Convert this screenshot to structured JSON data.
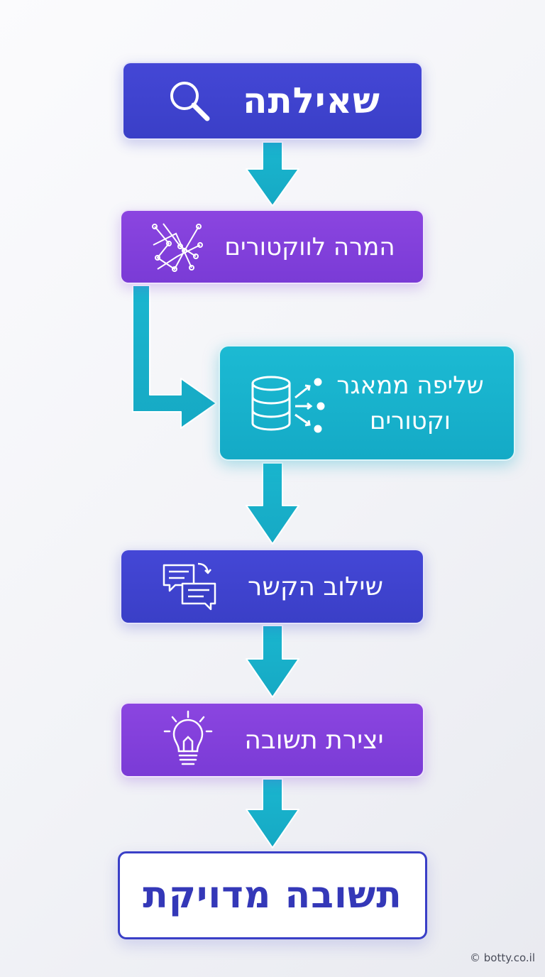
{
  "steps": {
    "query": {
      "label": "שאילתה",
      "icon": "search-icon"
    },
    "vectorize": {
      "label": "המרה לווקטורים",
      "icon": "vector-network-icon"
    },
    "retrieve": {
      "label_line1": "שליפה ממאגר",
      "label_line2": "וקטורים",
      "icon": "database-icon"
    },
    "context": {
      "label": "שילוב הקשר",
      "icon": "chat-bubbles-icon"
    },
    "generate": {
      "label": "יצירת תשובה",
      "icon": "lightbulb-icon"
    },
    "answer": {
      "label": "תשובה מדויקת"
    }
  },
  "footer": {
    "copyright": "© botty.co.il"
  },
  "colors": {
    "indigo": "#3a3fc7",
    "purple": "#7a3bd6",
    "teal": "#14aac6",
    "arrow": "#1ab6cf",
    "white": "#ffffff"
  }
}
